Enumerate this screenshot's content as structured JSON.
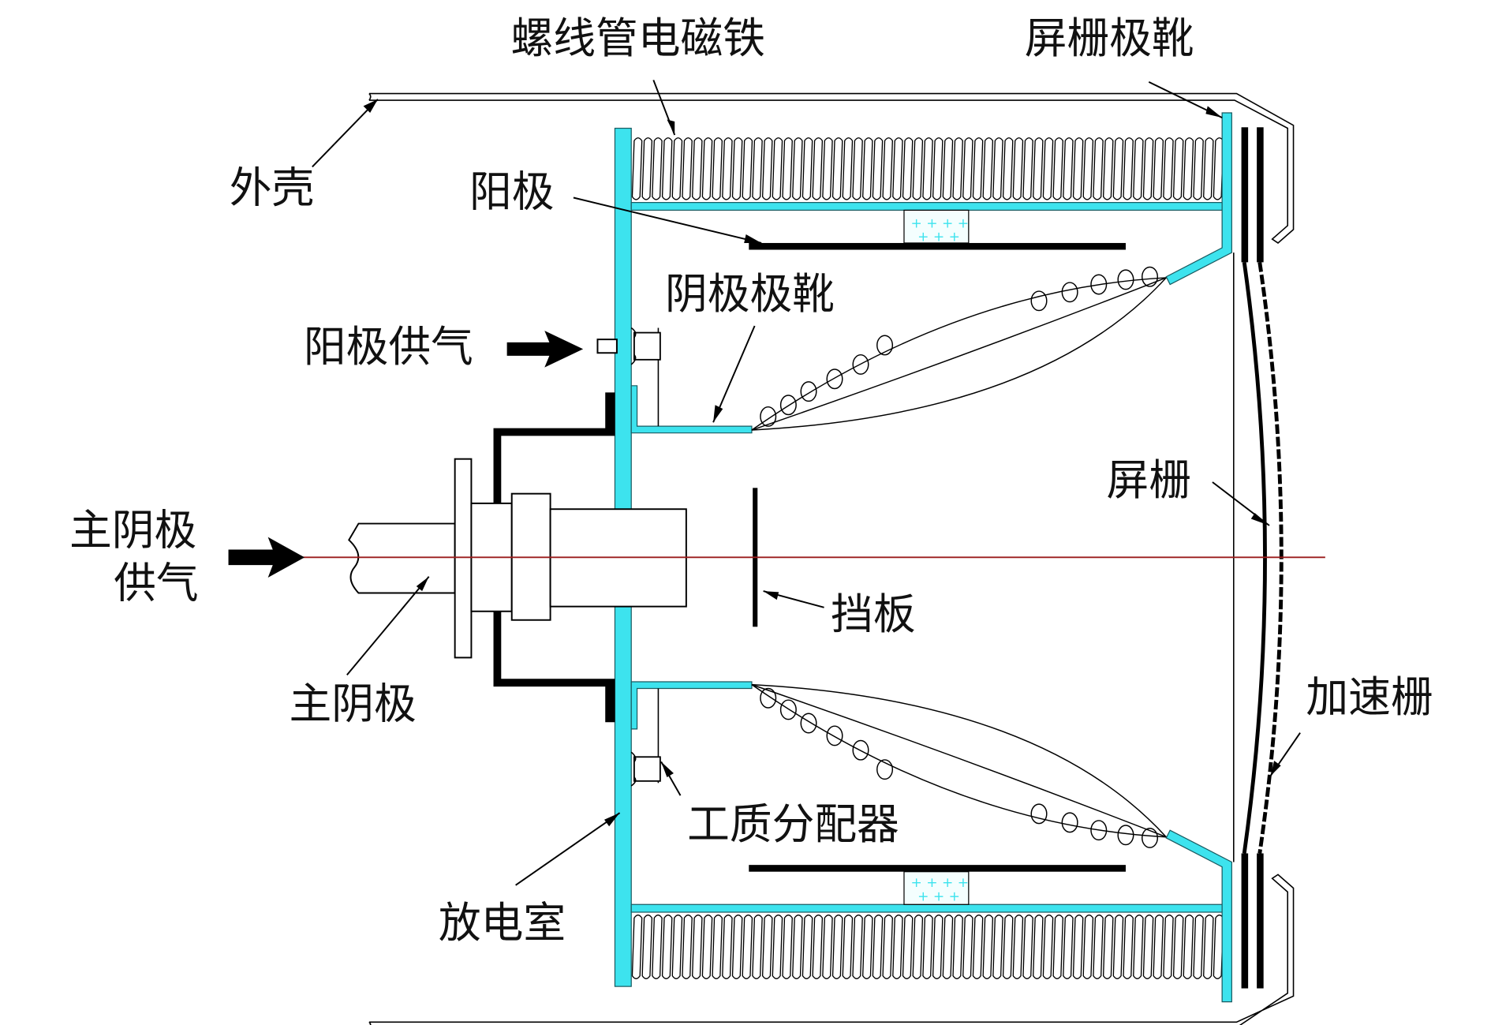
{
  "title": "离子推力器结构示意图",
  "labels": {
    "solenoid": "螺线管电磁铁",
    "screen_pole_shoe": "屏栅极靴",
    "shell": "外壳",
    "anode": "阳极",
    "cathode_pole_shoe": "阴极极靴",
    "anode_gas_feed": "阳极供气",
    "main_cathode_gas_feed_line1": "主阴极",
    "main_cathode_gas_feed_line2": "供气",
    "baffle": "挡板",
    "screen_grid": "屏栅",
    "main_cathode": "主阴极",
    "accel_grid": "加速栅",
    "propellant_distributor": "工质分配器",
    "discharge_chamber": "放电室"
  },
  "colors": {
    "pole_piece": "#3de3ee",
    "axis": "#9b1c1c",
    "structure": "#000000"
  }
}
